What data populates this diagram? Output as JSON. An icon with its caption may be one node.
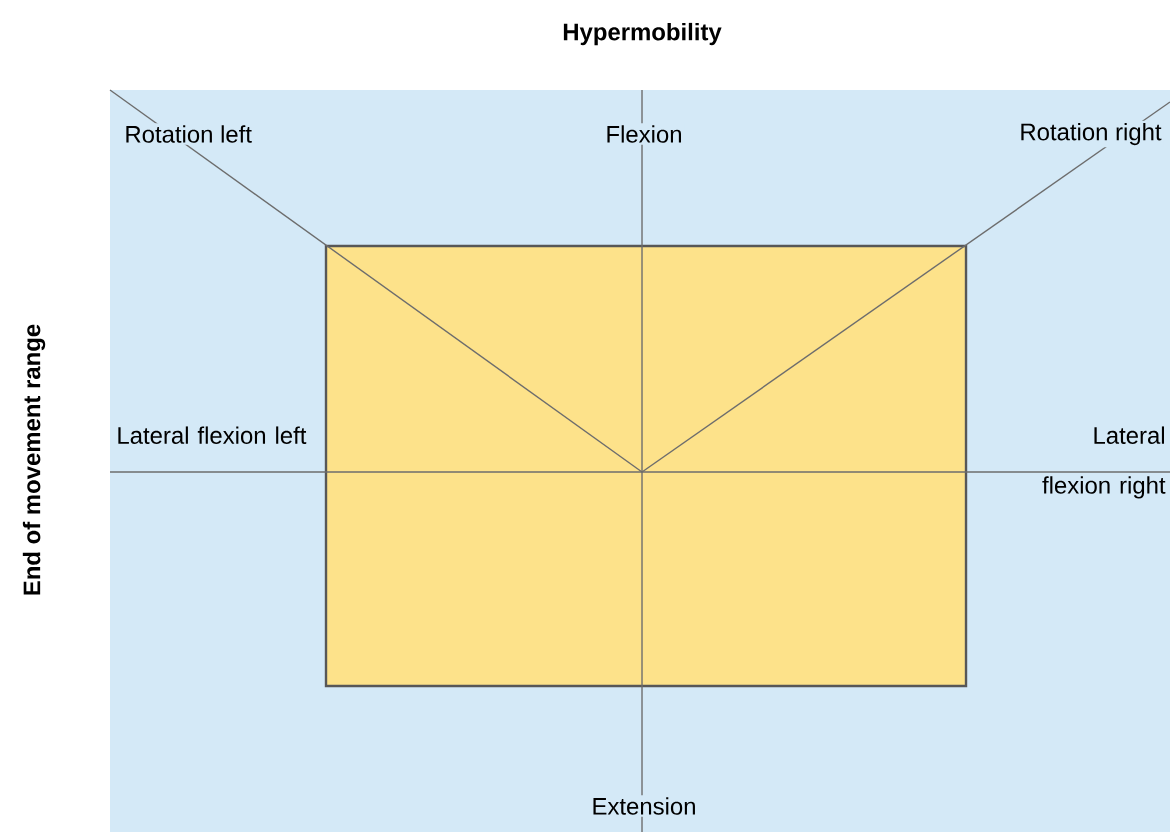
{
  "diagram": {
    "title": "Hypermobility",
    "nodes": [
      {
        "text": [],
        "shape": "box"
      }
    ],
    "labels": [
      "Rotation left",
      "Flexion",
      "Rotation right",
      "Lateral flexion left",
      "Lateral flexion right",
      "Extension",
      "End of movement range"
    ]
  }
}
